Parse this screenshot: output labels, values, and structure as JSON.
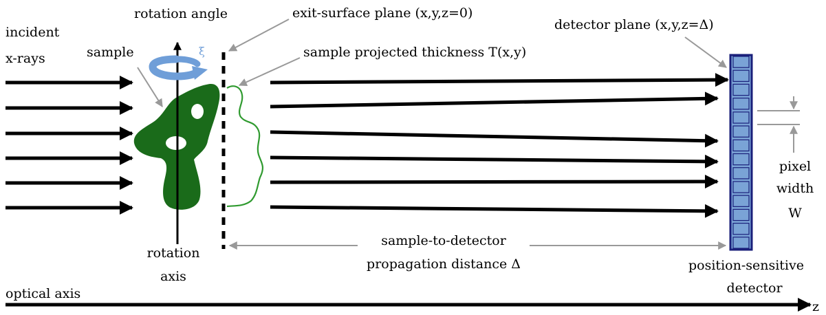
{
  "labels": {
    "incident_line1": "incident",
    "incident_line2": "x-rays",
    "sample": "sample",
    "rotation_angle": "rotation angle",
    "xi": "ξ",
    "exit_plane": "exit-surface plane (x,y,z=0)",
    "projected_thickness": "sample projected thickness T(x,y)",
    "detector_plane": "detector plane (x,y,z=Δ)",
    "pixel_line1": "pixel",
    "pixel_line2": "width",
    "pixel_line3": "W",
    "distance_line1": "sample-to-detector",
    "distance_line2": "propagation distance Δ",
    "rotation_axis_line1": "rotation",
    "rotation_axis_line2": "axis",
    "detector_line1": "position-sensitive",
    "detector_line2": "detector",
    "optical_axis": "optical axis",
    "z": "z"
  },
  "colors": {
    "sample_fill": "#1a6b1a",
    "thickness_curve": "#2f9a2f",
    "rotation_arrow": "#6f9ed8",
    "detector_fill": "#7aa3d6",
    "detector_border": "#1a1f7a",
    "pointer_gray": "#999999"
  },
  "detector_pixel_count": 14
}
